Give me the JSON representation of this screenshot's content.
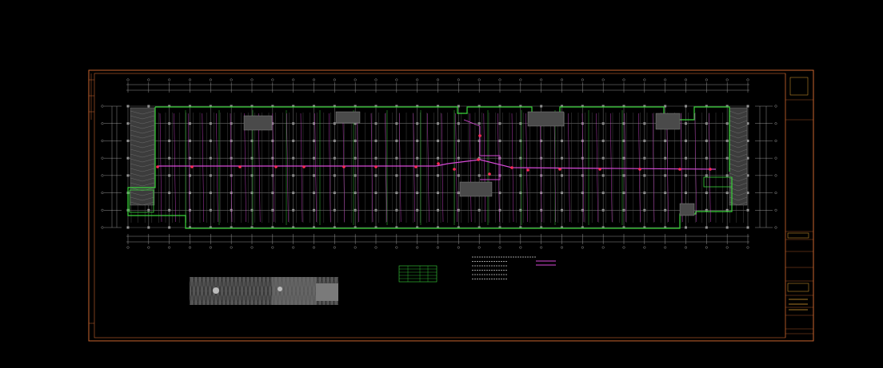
{
  "viewer": {
    "background": "#000000"
  },
  "drawing": {
    "frame_color": "#c8642e",
    "structure_color": "#6a6a6a",
    "wall_color": "#39d43a",
    "pipe_color": "#d64ad6",
    "equipment_color": "#ff2a55",
    "dimension_color": "#b4b4b4",
    "hatch_color": "#8a8a8a",
    "grid_bays": 30,
    "grid_rows": 7
  },
  "title_block": {
    "sheet_label": ""
  },
  "legend_table": {
    "rows": 5
  },
  "notes": {
    "line_count": 6
  }
}
